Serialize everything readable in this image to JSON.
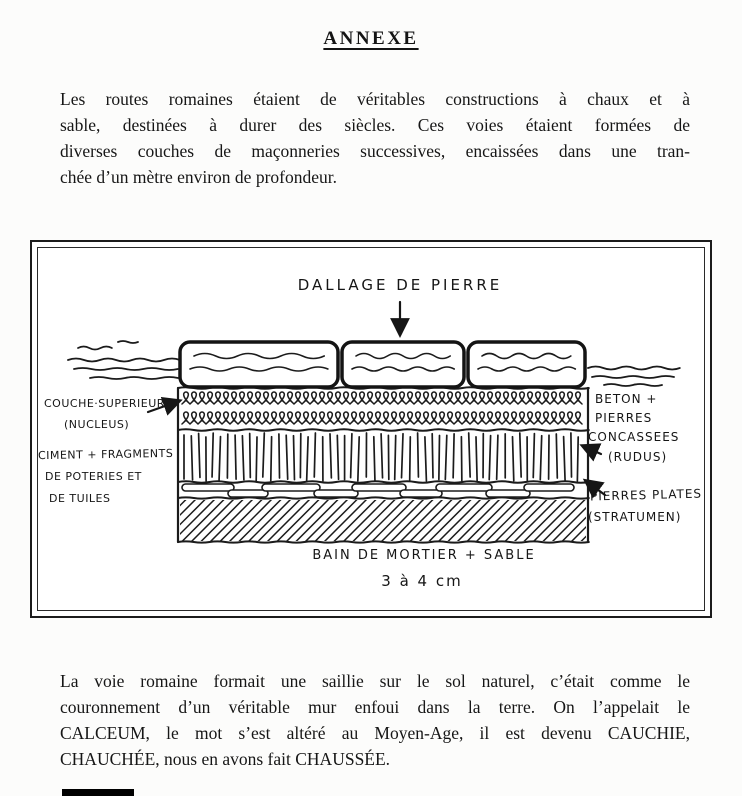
{
  "page": {
    "title": "ANNEXE",
    "paragraph1": [
      "Les routes romaines étaient de véritables constructions à chaux et à",
      "sable, destinées à durer des siècles. Ces voies étaient formées de",
      "diverses couches de maçonneries successives, encaissées dans une tran-",
      "chée d’un mètre environ de profondeur."
    ],
    "paragraph2": [
      "La voie romaine formait une saillie sur le sol naturel, c’était comme le",
      "couronnement d’un véritable mur enfoui dans la terre. On l’appelait le",
      "CALCEUM, le mot s’est altéré au Moyen-Age, il est devenu CAUCHIE,",
      "CHAUCHÉE, nous en avons fait CHAUSSÉE."
    ]
  },
  "diagram": {
    "labels": {
      "dallage": "DALLAGE DE PIERRE",
      "couche_superieure": "COUCHE·SUPERIEURE",
      "nucleus": "(NUCLEUS)",
      "ciment": "CIMENT + FRAGMENTS",
      "poteries": "DE POTERIES ET",
      "tuiles": "DE TUILES",
      "beton": "BETON +",
      "pierres": "PIERRES",
      "concassees": "CONCASSEES",
      "rudus": "(RUDUS)",
      "pierres_plates": "PIERRES PLATES",
      "stratumen": "(STRATUMEN)",
      "bain": "BAIN DE MORTIER + SABLE",
      "epaisseur": "3 à 4 cm"
    },
    "ink_color": "#1b1b1b"
  }
}
